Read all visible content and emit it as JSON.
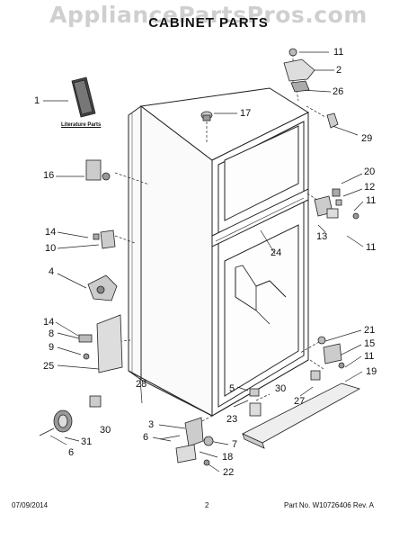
{
  "watermark": "AppliancePartsPros.com",
  "title": "CABINET PARTS",
  "literature_label": "Literature Parts",
  "callouts": {
    "c11a": "11",
    "c2": "2",
    "c26": "26",
    "c1": "1",
    "c17": "17",
    "c29": "29",
    "c16": "16",
    "c20": "20",
    "c12": "12",
    "c11b": "11",
    "c13": "13",
    "c11c": "11",
    "c14a": "14",
    "c10": "10",
    "c24": "24",
    "c4": "4",
    "c14b": "14",
    "c8": "8",
    "c9": "9",
    "c25": "25",
    "c21": "21",
    "c15": "15",
    "c11d": "11",
    "c19": "19",
    "c28": "28",
    "c30a": "30",
    "c5": "5",
    "c27": "27",
    "c30b": "30",
    "c23": "23",
    "c3": "3",
    "c31": "31",
    "c7": "7",
    "c6a": "6",
    "c6b": "6",
    "c18": "18",
    "c22": "22"
  },
  "footer": {
    "date": "07/09/2014",
    "page": "2",
    "part_no": "Part No.  W10726406  Rev. A"
  }
}
